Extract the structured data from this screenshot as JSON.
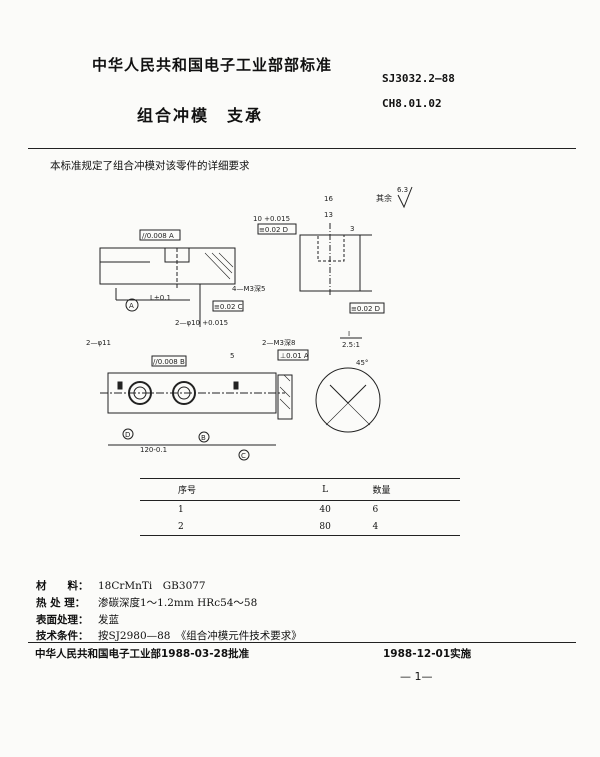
{
  "header": {
    "ministry_title": "中华人民共和国电子工业部部标准",
    "standard_code": "SJ3032.2—88",
    "sub_code": "CH8.01.02",
    "doc_title": "组合冲模　支承"
  },
  "intro": "本标准规定了组合冲模对该零件的详细要求",
  "drawing": {
    "roughness_note": "其余",
    "roughness_value": "6.3",
    "tolerances": [
      "//0.008 A",
      "≡0.02 D",
      "≡0.02 C",
      "⊥0.01 A",
      "//0.008 B",
      "≡0.02 D"
    ],
    "datums": [
      "A",
      "B",
      "C",
      "D"
    ],
    "labels": [
      "L±0.1",
      "2—φ11",
      "2—M3深8",
      "4—M3深5",
      "120-0.1",
      "I",
      "2.5:1",
      "45°",
      "10",
      "16",
      "13",
      "3",
      "5",
      "10 +0.015",
      "2—φ10 +0.015"
    ]
  },
  "table": {
    "headers": [
      "序号",
      "L",
      "数量"
    ],
    "rows": [
      [
        "1",
        "40",
        "6"
      ],
      [
        "2",
        "80",
        "4"
      ]
    ]
  },
  "requirements": [
    {
      "key": "材　　料：",
      "value": "18CrMnTi　GB3077"
    },
    {
      "key": "热 处 理：",
      "value": "渗碳深度1～1.2mm HRc54～58"
    },
    {
      "key": "表面处理：",
      "value": "发蓝"
    },
    {
      "key": "技术条件：",
      "value": "按SJ2980—88　《组合冲模元件技术要求》"
    }
  ],
  "footer": {
    "approval": "中华人民共和国电子工业部1988-03-28批准",
    "effective": "1988-12-01实施",
    "page": "— 1—"
  }
}
